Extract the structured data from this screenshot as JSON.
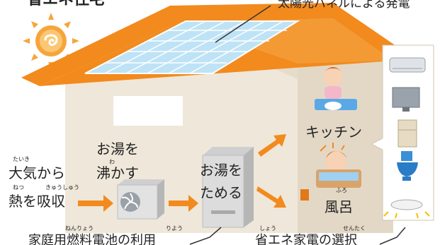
{
  "title": "省エネ住宅",
  "callouts": {
    "solar": "太陽光パネルによる発電",
    "fuelcell": "家庭用燃料電池の利用",
    "appliances": "省エネ家電の選択"
  },
  "labels": {
    "boil_1": "お湯を",
    "boil_2": "沸かす",
    "store_1": "お湯を",
    "store_2": "ためる",
    "air_1": "大気から",
    "air_2": "熱を吸収",
    "kitchen": "キッチン",
    "bath": "風呂"
  },
  "ruby": {
    "taiki": "たいき",
    "wa": "わ",
    "netsu": "ねつ",
    "kyuushuu": "きゅうしゅう",
    "furo": "ふろ",
    "nenryou": "ねんりょう",
    "riyou": "りよう",
    "shou": "しょう",
    "sentaku": "せんたく"
  },
  "colors": {
    "roof": "#f28a1e",
    "wall_front": "#efe7d9",
    "wall_side": "#e3d8c6",
    "arrow": "#f28a1e",
    "panel": "#bfe3f6",
    "panel_line": "#ffffff",
    "sun": "#f6a53b",
    "appliance_panel": "#ffffff",
    "outline": "#333333"
  },
  "icons": [
    "sun-icon",
    "solar-panel-icon",
    "heat-pump-icon",
    "hot-water-tank-icon",
    "air-conditioner-icon",
    "tv-icon",
    "fridge-icon",
    "toilet-icon",
    "ceiling-light-icon"
  ]
}
